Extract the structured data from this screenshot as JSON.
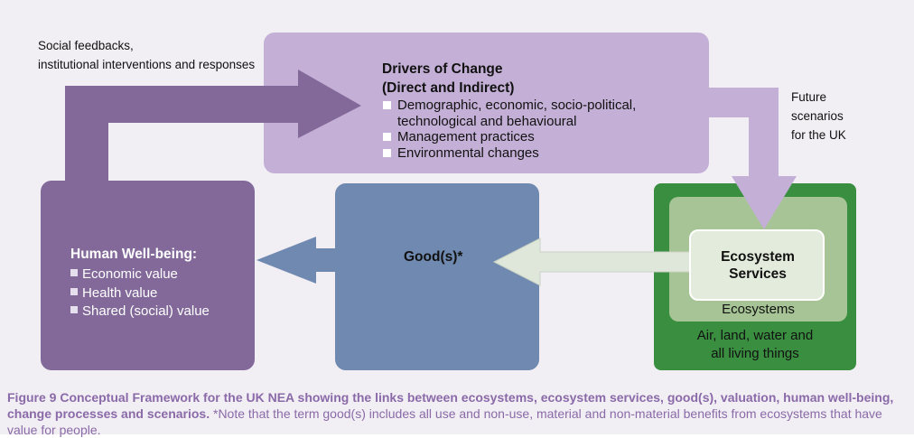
{
  "drivers": {
    "title_line1": "Drivers of Change",
    "title_line2": "(Direct and Indirect)",
    "items": [
      "Demographic, economic, socio-political,",
      "technological and behavioural",
      "Management practices",
      "Environmental changes"
    ]
  },
  "feedback": {
    "line1": "Social feedbacks,",
    "line2": "institutional interventions and responses"
  },
  "future": {
    "line1": "Future",
    "line2": "scenarios",
    "line3": "for the UK"
  },
  "human_wellbeing": {
    "title": "Human Well-being:",
    "items": [
      "Economic value",
      "Health value",
      "Shared (social) value"
    ]
  },
  "goods": {
    "label": "Good(s)*"
  },
  "ecosystem": {
    "services_line1": "Ecosystem",
    "services_line2": "Services",
    "ecosystems_label": "Ecosystems",
    "things_line1": "Air, land, water and",
    "things_line2": "all living things"
  },
  "caption": {
    "figure_text": "Figure 9 Conceptual Framework for the UK NEA showing the links between ecosystems, ecosystem services, good(s), valuation, human well-being, change processes and scenarios.",
    "note_text": "*Note that the term good(s) includes all use and non-use, material and non-material benefits from ecosystems that have value for people."
  },
  "colors": {
    "drivers": "#c4b0d6",
    "human": "#82699a",
    "goods": "#7089b0",
    "eco_outer": "#3a8e40",
    "eco_inner": "#a6c495",
    "services": "#e3ebdc",
    "caption": "#8a6aa8"
  }
}
